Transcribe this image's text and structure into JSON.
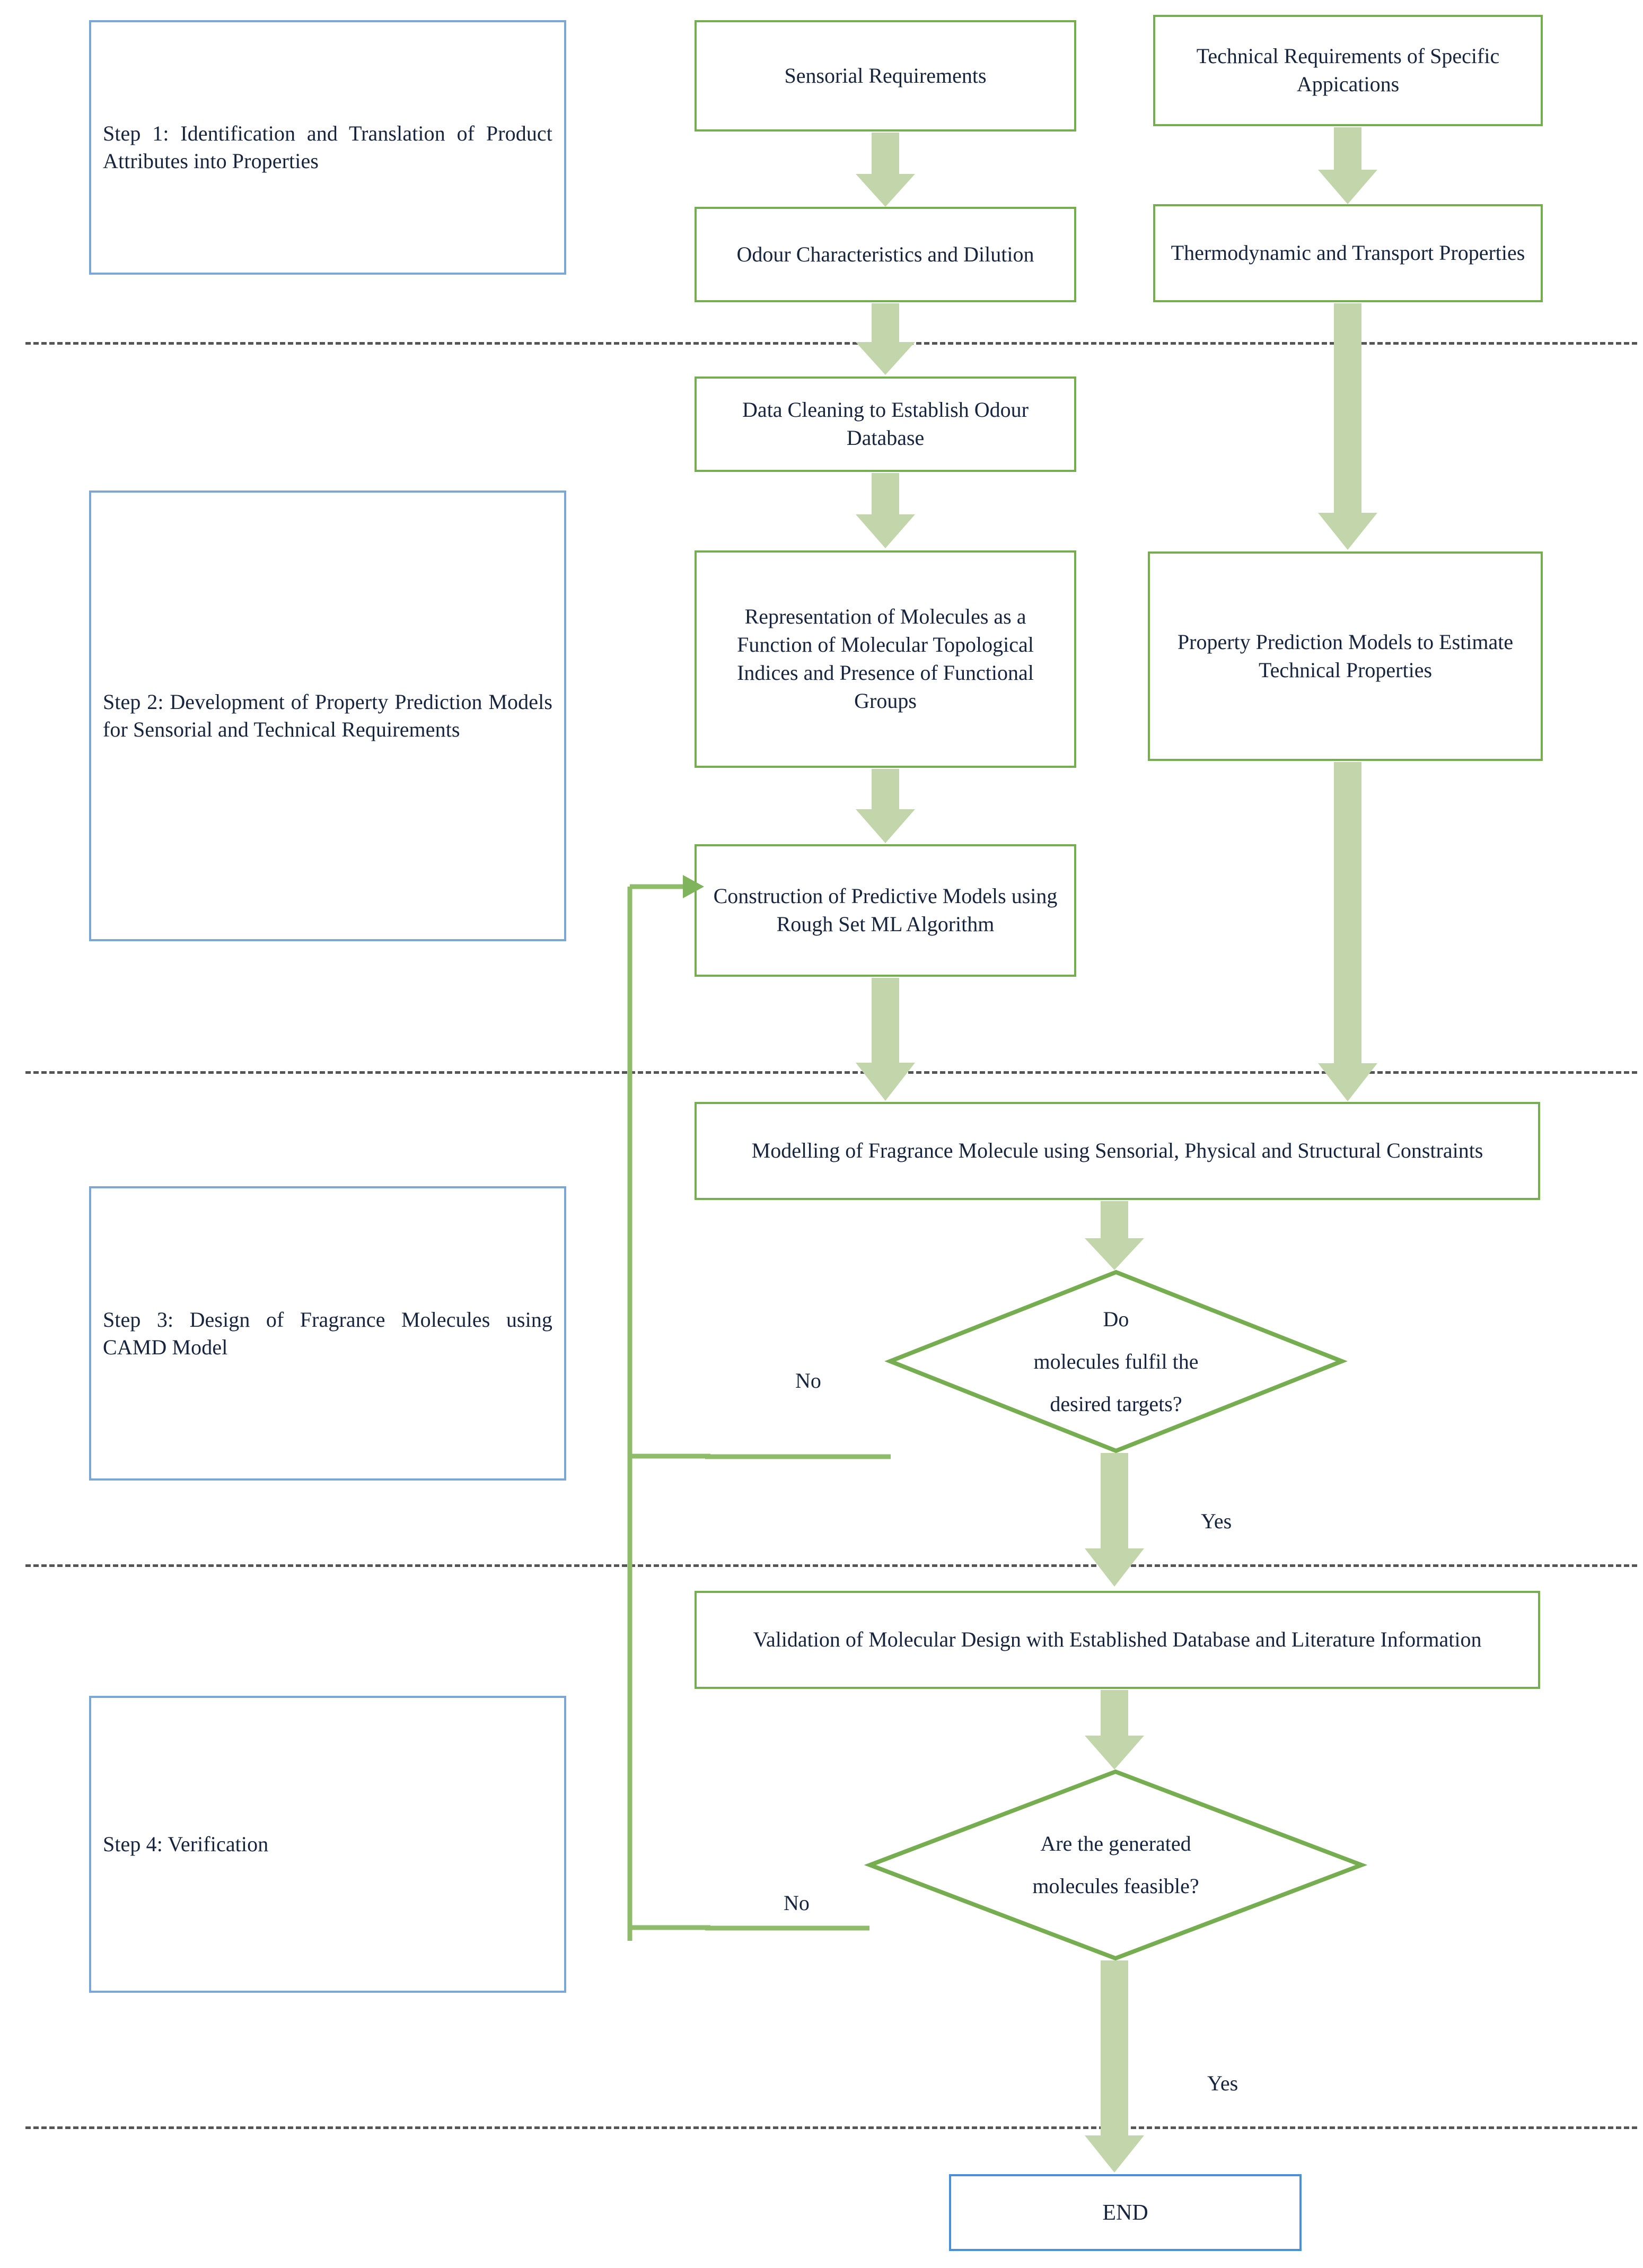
{
  "diagram": {
    "title": "Four-step framework for computer-aided fragrance molecular design",
    "colors": {
      "process_border": "#76ad51",
      "step_border": "#7ba7d7",
      "terminal_border": "#4a90d9",
      "arrow_fill": "#c3d6ab",
      "connector_line": "#8fbc6a",
      "divider": "#555555",
      "text": "#16243d",
      "background": "#ffffff"
    },
    "steps": [
      {
        "id": "step1",
        "label": "Step 1: Identification and Translation of Product Attributes into Properties"
      },
      {
        "id": "step2",
        "label": "Step 2: Development of Property Prediction Models for Sensorial and Technical Requirements"
      },
      {
        "id": "step3",
        "label": "Step 3: Design of Fragrance Molecules using CAMD Model"
      },
      {
        "id": "step4",
        "label": "Step 4: Verification"
      }
    ],
    "processes": [
      {
        "id": "sensorial-requirements",
        "label": "Sensorial Requirements"
      },
      {
        "id": "technical-requirements",
        "label": "Technical Requirements of Specific Appications"
      },
      {
        "id": "odour-characteristics",
        "label": "Odour Characteristics and Dilution"
      },
      {
        "id": "thermodynamic-transport",
        "label": "Thermodynamic and Transport Properties"
      },
      {
        "id": "data-cleaning",
        "label": "Data Cleaning to Establish Odour Database"
      },
      {
        "id": "representation-molecules",
        "label": "Representation of Molecules as a Function of Molecular Topological Indices and Presence of Functional Groups"
      },
      {
        "id": "property-prediction",
        "label": "Property Prediction Models to Estimate Technical Properties"
      },
      {
        "id": "construction-predictive",
        "label": "Construction of Predictive Models using Rough Set ML Algorithm"
      },
      {
        "id": "modelling-fragrance",
        "label": "Modelling of Fragrance Molecule using Sensorial, Physical and Structural Constraints"
      },
      {
        "id": "validation-design",
        "label": "Validation of Molecular Design with Established Database and Literature Information"
      }
    ],
    "decisions": [
      {
        "id": "decision-targets",
        "label": "Do\nmolecules fulfil the\ndesired targets?",
        "line1": "Do",
        "line2": "molecules fulfil the",
        "line3": "desired targets?"
      },
      {
        "id": "decision-feasible",
        "label": "Are the generated\nmolecules feasible?",
        "line1": "Are the generated",
        "line2": "molecules feasible?"
      }
    ],
    "terminal": {
      "id": "end",
      "label": "END"
    },
    "edge_labels": {
      "no_targets": "No",
      "yes_targets": "Yes",
      "no_feasible": "No",
      "yes_feasible": "Yes"
    }
  }
}
